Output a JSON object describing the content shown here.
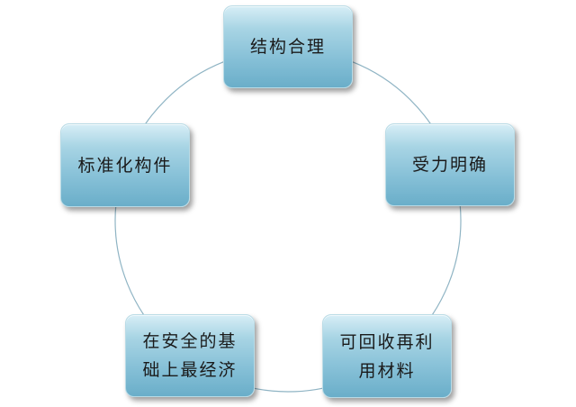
{
  "diagram": {
    "ring_color": "#8fb4c4",
    "box_color": "#86c0d7",
    "nodes": {
      "top": {
        "line1": "结构合理"
      },
      "right": {
        "line1": "受力明确"
      },
      "left": {
        "line1": "标准化构件"
      },
      "bottom_left": {
        "line1": "在安全的基",
        "line2": "础上最经济"
      },
      "bottom_right": {
        "line1": "可回收再利",
        "line2": "用材料"
      }
    }
  }
}
